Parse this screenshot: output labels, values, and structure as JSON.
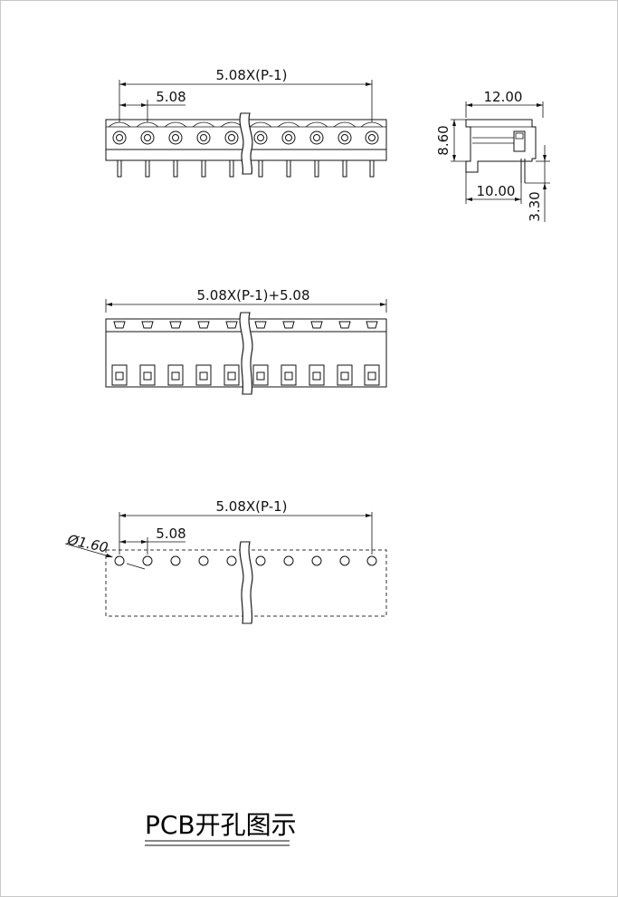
{
  "top_view": {
    "pitch_total_label": "5.08X(P-1)",
    "pitch_label": "5.08",
    "pin_count_shown": 10
  },
  "side_view": {
    "width_label": "12.00",
    "height_label": "8.60",
    "base_label": "10.00",
    "pin_length_label": "3.30"
  },
  "front_view": {
    "length_label": "5.08X(P-1)+5.08"
  },
  "pcb_layout": {
    "pitch_total_label": "5.08X(P-1)",
    "pitch_label": "5.08",
    "hole_label": "Ø1.60",
    "hole_count_shown": 10
  },
  "caption": {
    "text": "PCB开孔图示"
  }
}
